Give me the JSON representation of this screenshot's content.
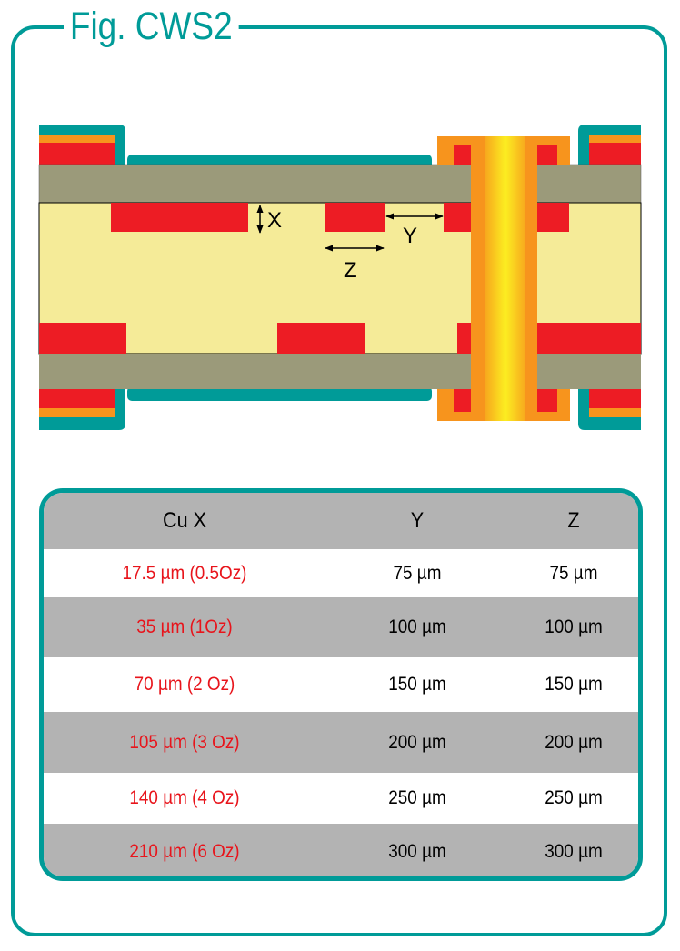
{
  "figure": {
    "title": "Fig. CWS2",
    "labels": {
      "x": "X",
      "y": "Y",
      "z": "Z"
    },
    "colors": {
      "frame": "#009b98",
      "copper": "#ed1c24",
      "plating": "#f7941d",
      "core": "#f5eb98",
      "prepreg": "#9b9a7a",
      "soldermask": "#009b98"
    }
  },
  "table": {
    "headers": [
      "Cu X",
      "Y",
      "Z"
    ],
    "rows": [
      [
        "17.5 µm (0.5Oz)",
        "75 µm",
        "75 µm"
      ],
      [
        "35 µm (1Oz)",
        "100 µm",
        "100 µm"
      ],
      [
        "70 µm (2 Oz)",
        "150 µm",
        "150 µm"
      ],
      [
        "105 µm (3 Oz)",
        "200 µm",
        "200 µm"
      ],
      [
        "140 µm (4 Oz)",
        "250 µm",
        "250 µm"
      ],
      [
        "210 µm (6 Oz)",
        "300 µm",
        "300 µm"
      ]
    ]
  }
}
